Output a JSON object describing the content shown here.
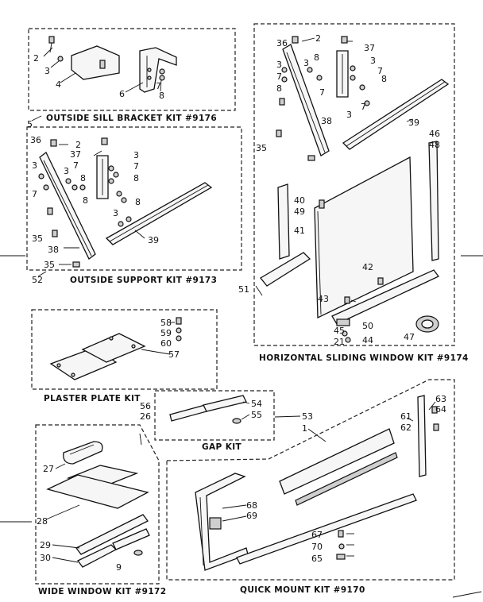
{
  "kits": {
    "outside_sill_bracket": "OUTSIDE SILL BRACKET KIT #9176",
    "outside_support": "OUTSIDE SUPPORT KIT #9173",
    "horizontal_sliding_window": "HORIZONTAL SLIDING WINDOW KIT #9174",
    "plaster_plate": "PLASTER PLATE KIT",
    "gap": "GAP KIT",
    "wide_window": "WIDE WINDOW KIT #9172",
    "quick_mount": "QUICK MOUNT KIT #9170"
  },
  "callouts": {
    "sill": [
      "2",
      "3",
      "4",
      "6",
      "7",
      "8",
      "5"
    ],
    "support": [
      "36",
      "2",
      "37",
      "3",
      "7",
      "8",
      "3",
      "7",
      "8",
      "3",
      "8",
      "7",
      "3",
      "8",
      "35",
      "38",
      "39",
      "35",
      "52"
    ],
    "window": [
      "36",
      "2",
      "37",
      "3",
      "7",
      "8",
      "3",
      "8",
      "7",
      "3",
      "7",
      "8",
      "7",
      "38",
      "3",
      "35",
      "39",
      "46",
      "48",
      "40",
      "49",
      "41",
      "42",
      "43",
      "50",
      "45",
      "21",
      "44",
      "47",
      "51"
    ],
    "plaster": [
      "58",
      "59",
      "60",
      "57"
    ],
    "gap": [
      "54",
      "55",
      "53"
    ],
    "wide": [
      "56",
      "26",
      "27",
      "28",
      "29",
      "30",
      "9"
    ],
    "quick": [
      "1",
      "61",
      "62",
      "63",
      "64",
      "68",
      "69",
      "67",
      "70",
      "65"
    ]
  }
}
